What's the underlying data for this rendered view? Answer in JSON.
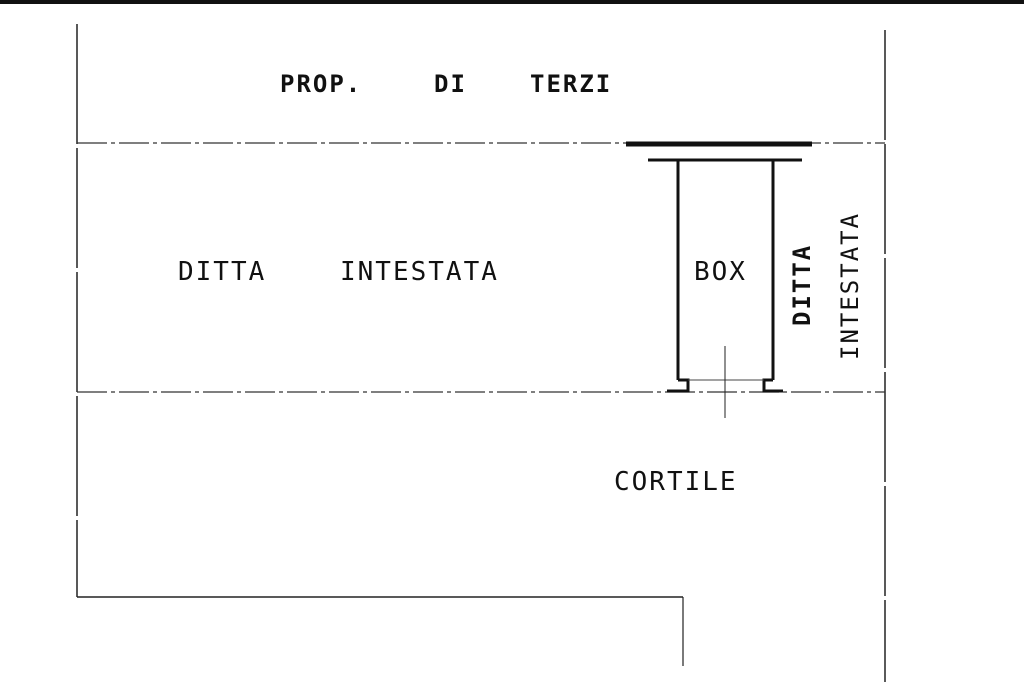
{
  "plan": {
    "top_label": {
      "prop": "PROP.",
      "di": "DI",
      "terzi": "TERZI"
    },
    "main_label": {
      "ditta": "DITTA",
      "intestata": "INTESTATA"
    },
    "box_label": "BOX",
    "side_label": {
      "ditta": "DITTA",
      "intestata": "INTESTATA"
    },
    "courtyard_label": "CORTILE"
  },
  "colors": {
    "ink": "#111111",
    "background": "#ffffff"
  }
}
